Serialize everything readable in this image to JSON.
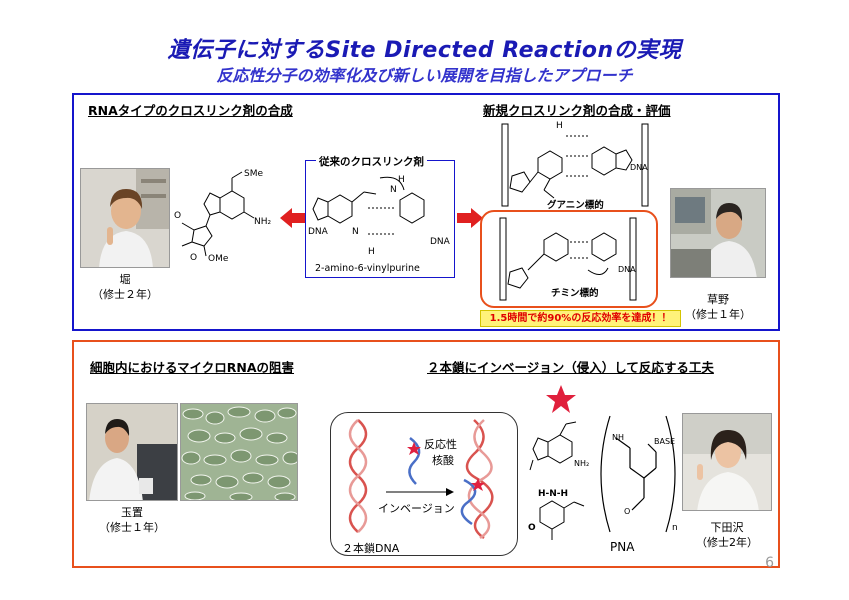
{
  "slide": {
    "title": "遺伝子に対するSite Directed Reactionの実現",
    "subtitle": "反応性分子の効率化及び新しい展開を目指したアプローチ",
    "page_number": "6"
  },
  "section1": {
    "heading_left": "RNAタイプのクロスリンク剤の合成",
    "heading_right": "新規クロスリンク剤の合成・評価",
    "person_left": {
      "name": "堀",
      "grade": "（修士２年）"
    },
    "person_right": {
      "name": "草野",
      "grade": "（修士１年）"
    },
    "conventional_label": "従来のクロスリンク剤",
    "compound_name": "2-amino-6-vinylpurine",
    "guanine_label": "グアニン標的",
    "thymine_label": "チミン標的",
    "callout": "1.5時間で約90%の反応効率を達成！！",
    "struct_labels": {
      "sme": "SMe",
      "nh2": "NH₂",
      "ome": "OMe",
      "o": "O",
      "dna": "DNA",
      "h": "H",
      "n": "N"
    }
  },
  "section2": {
    "heading_left": "細胞内におけるマイクロRNAの阻害",
    "heading_right": "２本鎖にインベージョン（侵入）して反応する工夫",
    "person_left": {
      "name": "玉置",
      "grade": "（修士１年）"
    },
    "person_right": {
      "name": "下田沢",
      "grade": "（修士2年）"
    },
    "diagram": {
      "reactive_label_line1": "反応性",
      "reactive_label_line2": "核酸",
      "invasion_label": "インベージョン",
      "duplex_label": "２本鎖DNA"
    },
    "pna_label": "PNA",
    "base_label": "BASE",
    "n_label": "n",
    "nh_label": "NH",
    "nh2_label": "NH₂",
    "hnh_label": "H-N-H",
    "o_label": "O"
  },
  "colors": {
    "title": "#1a1ab4",
    "box1": "#1515cc",
    "box2": "#e8501c",
    "arrow": "#e02020",
    "callout_bg": "#fff27a",
    "callout_text": "#e00000"
  }
}
